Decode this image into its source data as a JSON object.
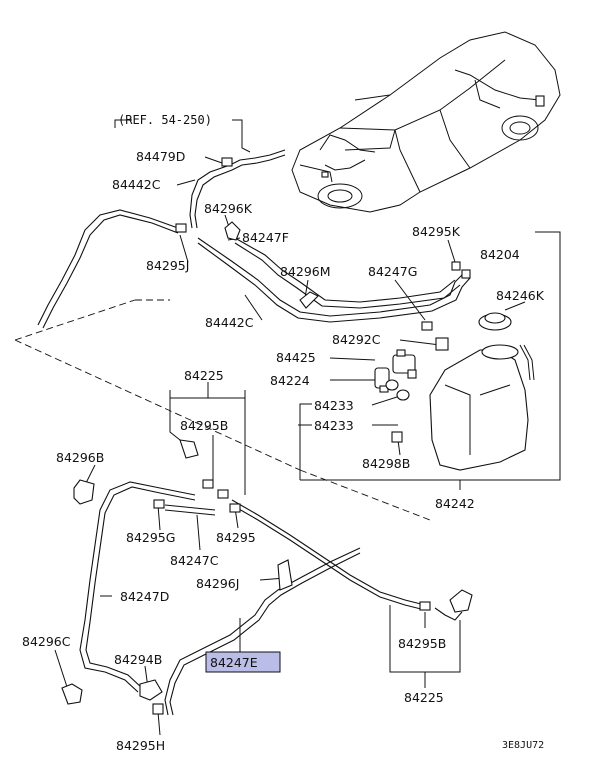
{
  "reference": "(REF. 54-250)",
  "diagram_code": "3E8JU72",
  "parts": {
    "p84479D": "84479D",
    "p84442C_top": "84442C",
    "p84296K": "84296K",
    "p84247F": "84247F",
    "p84295J": "84295J",
    "p84296M": "84296M",
    "p84442C_mid": "84442C",
    "p84247G": "84247G",
    "p84295K": "84295K",
    "p84204": "84204",
    "p84246K": "84246K",
    "p84292C": "84292C",
    "p84425": "84425",
    "p84224": "84224",
    "p84233_a": "84233",
    "p84233_b": "84233",
    "p84298B": "84298B",
    "p84242": "84242",
    "p84225_top": "84225",
    "p84295B_top": "84295B",
    "p84296B": "84296B",
    "p84295G": "84295G",
    "p84295": "84295",
    "p84247C": "84247C",
    "p84296J": "84296J",
    "p84247D": "84247D",
    "p84247E": "84247E",
    "p84296C": "84296C",
    "p84294B": "84294B",
    "p84295H": "84295H",
    "p84295B_bot": "84295B",
    "p84225_bot": "84225"
  },
  "highlighted_part": "84247E",
  "colors": {
    "highlight": "#b9bde8",
    "ink": "#111111"
  }
}
